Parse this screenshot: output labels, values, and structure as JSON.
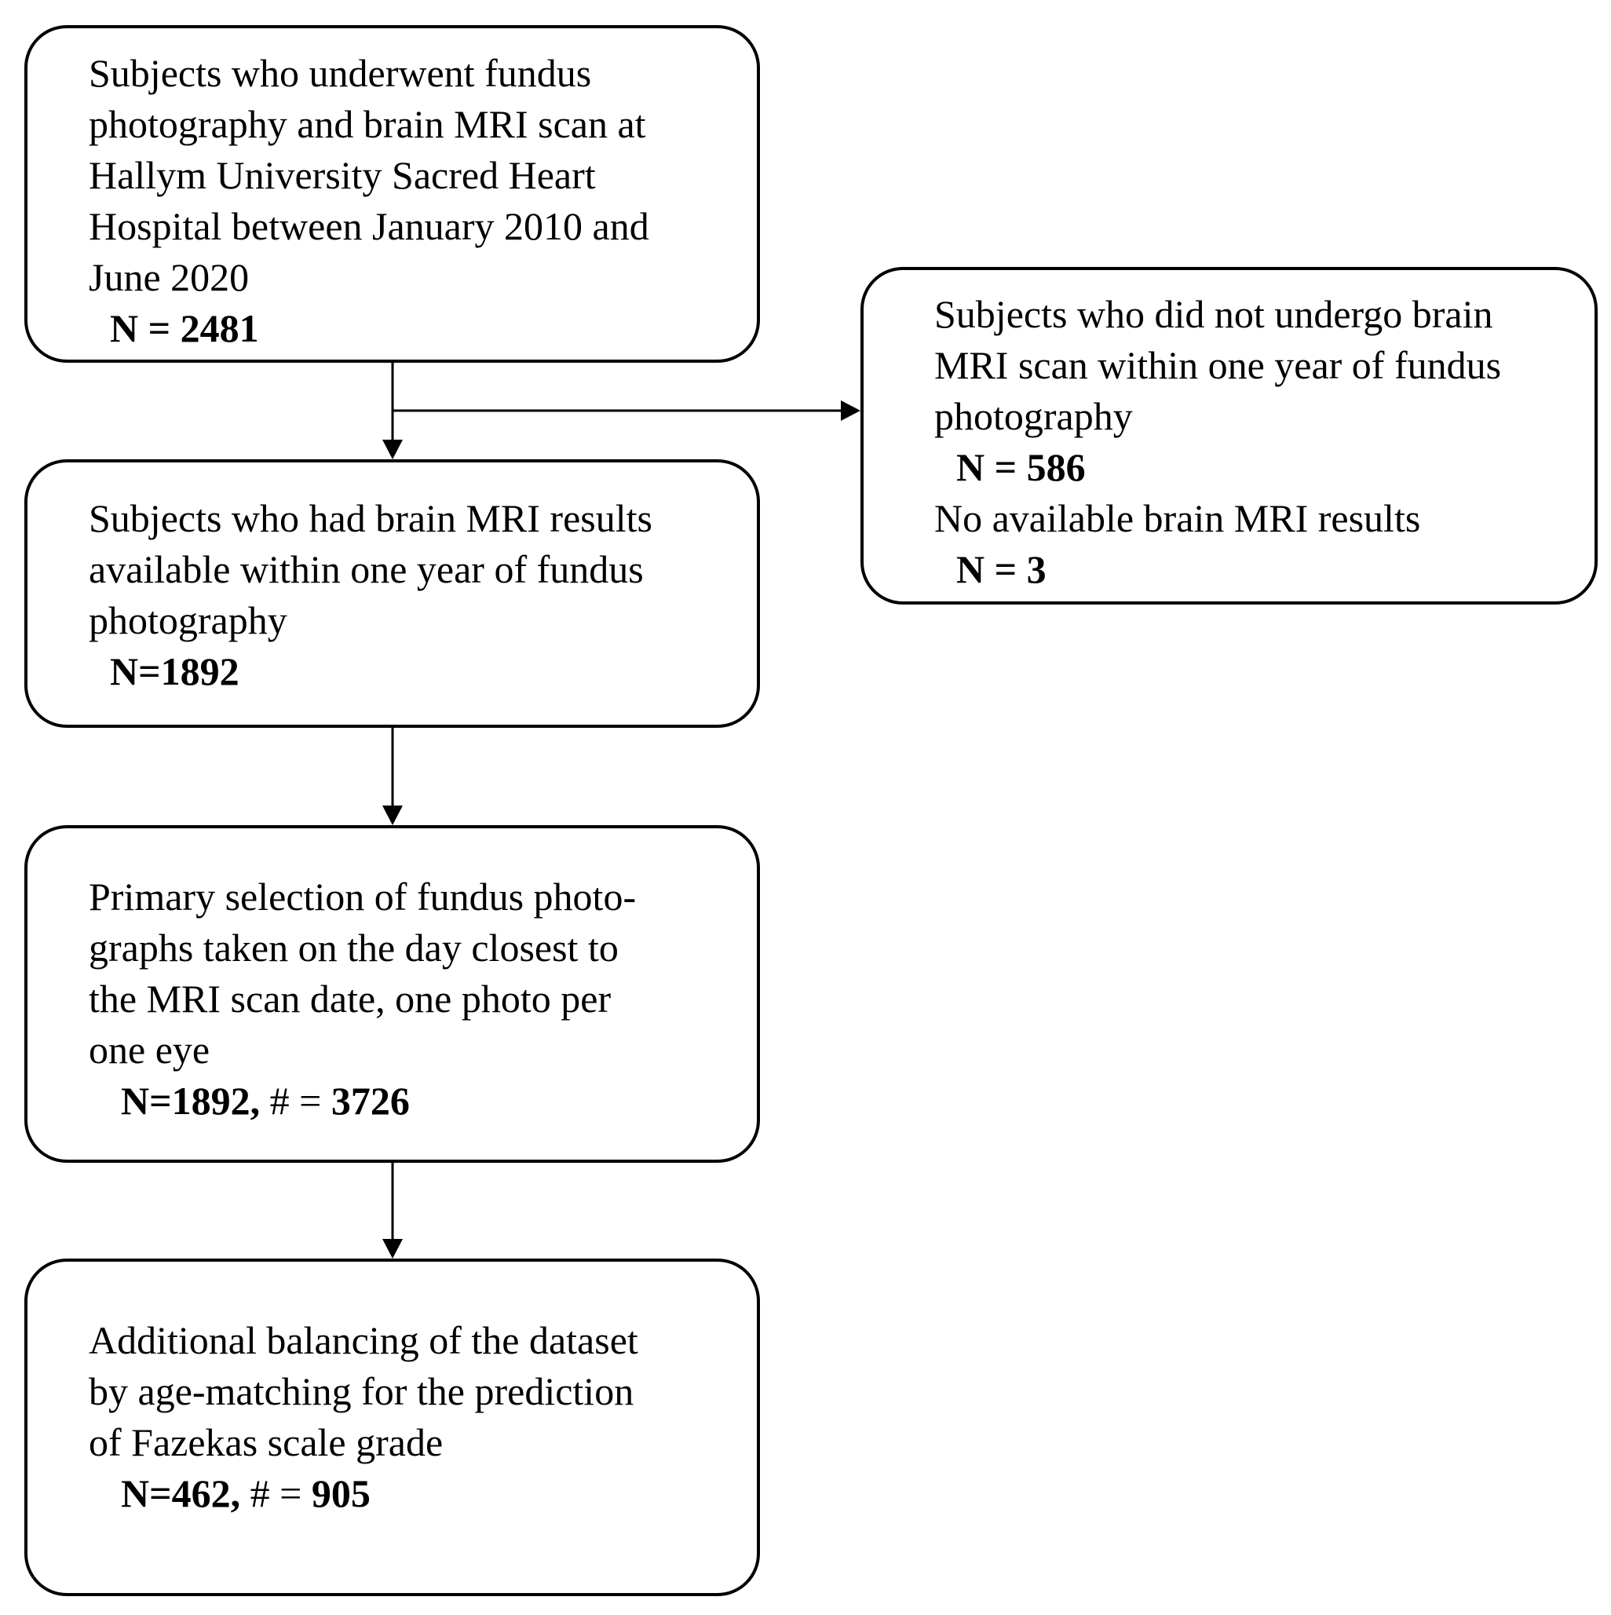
{
  "boxes": {
    "initial": {
      "lines": [
        "Subjects who underwent fundus",
        "photography and brain MRI scan at",
        "Hallym University Sacred Heart",
        "Hospital between January 2010 and",
        "June 2020"
      ],
      "count_label": "N = ",
      "count_value": "2481"
    },
    "available": {
      "lines": [
        "Subjects who had brain MRI results",
        "available within one year of fundus",
        "photography"
      ],
      "count_label": "N=1892"
    },
    "excluded": {
      "lines": [
        "Subjects who did not undergo brain",
        "MRI scan within one year of fundus",
        "photography"
      ],
      "count1_label": "N = ",
      "count1_value": "586",
      "line2": "No available brain MRI results",
      "count2_label": "N = ",
      "count2_value": "3"
    },
    "primary": {
      "lines": [
        "Primary selection of fundus photo-",
        "graphs taken on the day closest to",
        "the MRI scan date, one photo per",
        "one eye"
      ],
      "count_n": "N=1892,",
      "count_hash": " # = ",
      "count_value": "3726"
    },
    "balanced": {
      "lines": [
        "Additional balancing of the dataset",
        "by age-matching for the prediction",
        "of Fazekas scale grade"
      ],
      "count_n": "N=462,",
      "count_hash": " # = ",
      "count_value": "905"
    }
  }
}
